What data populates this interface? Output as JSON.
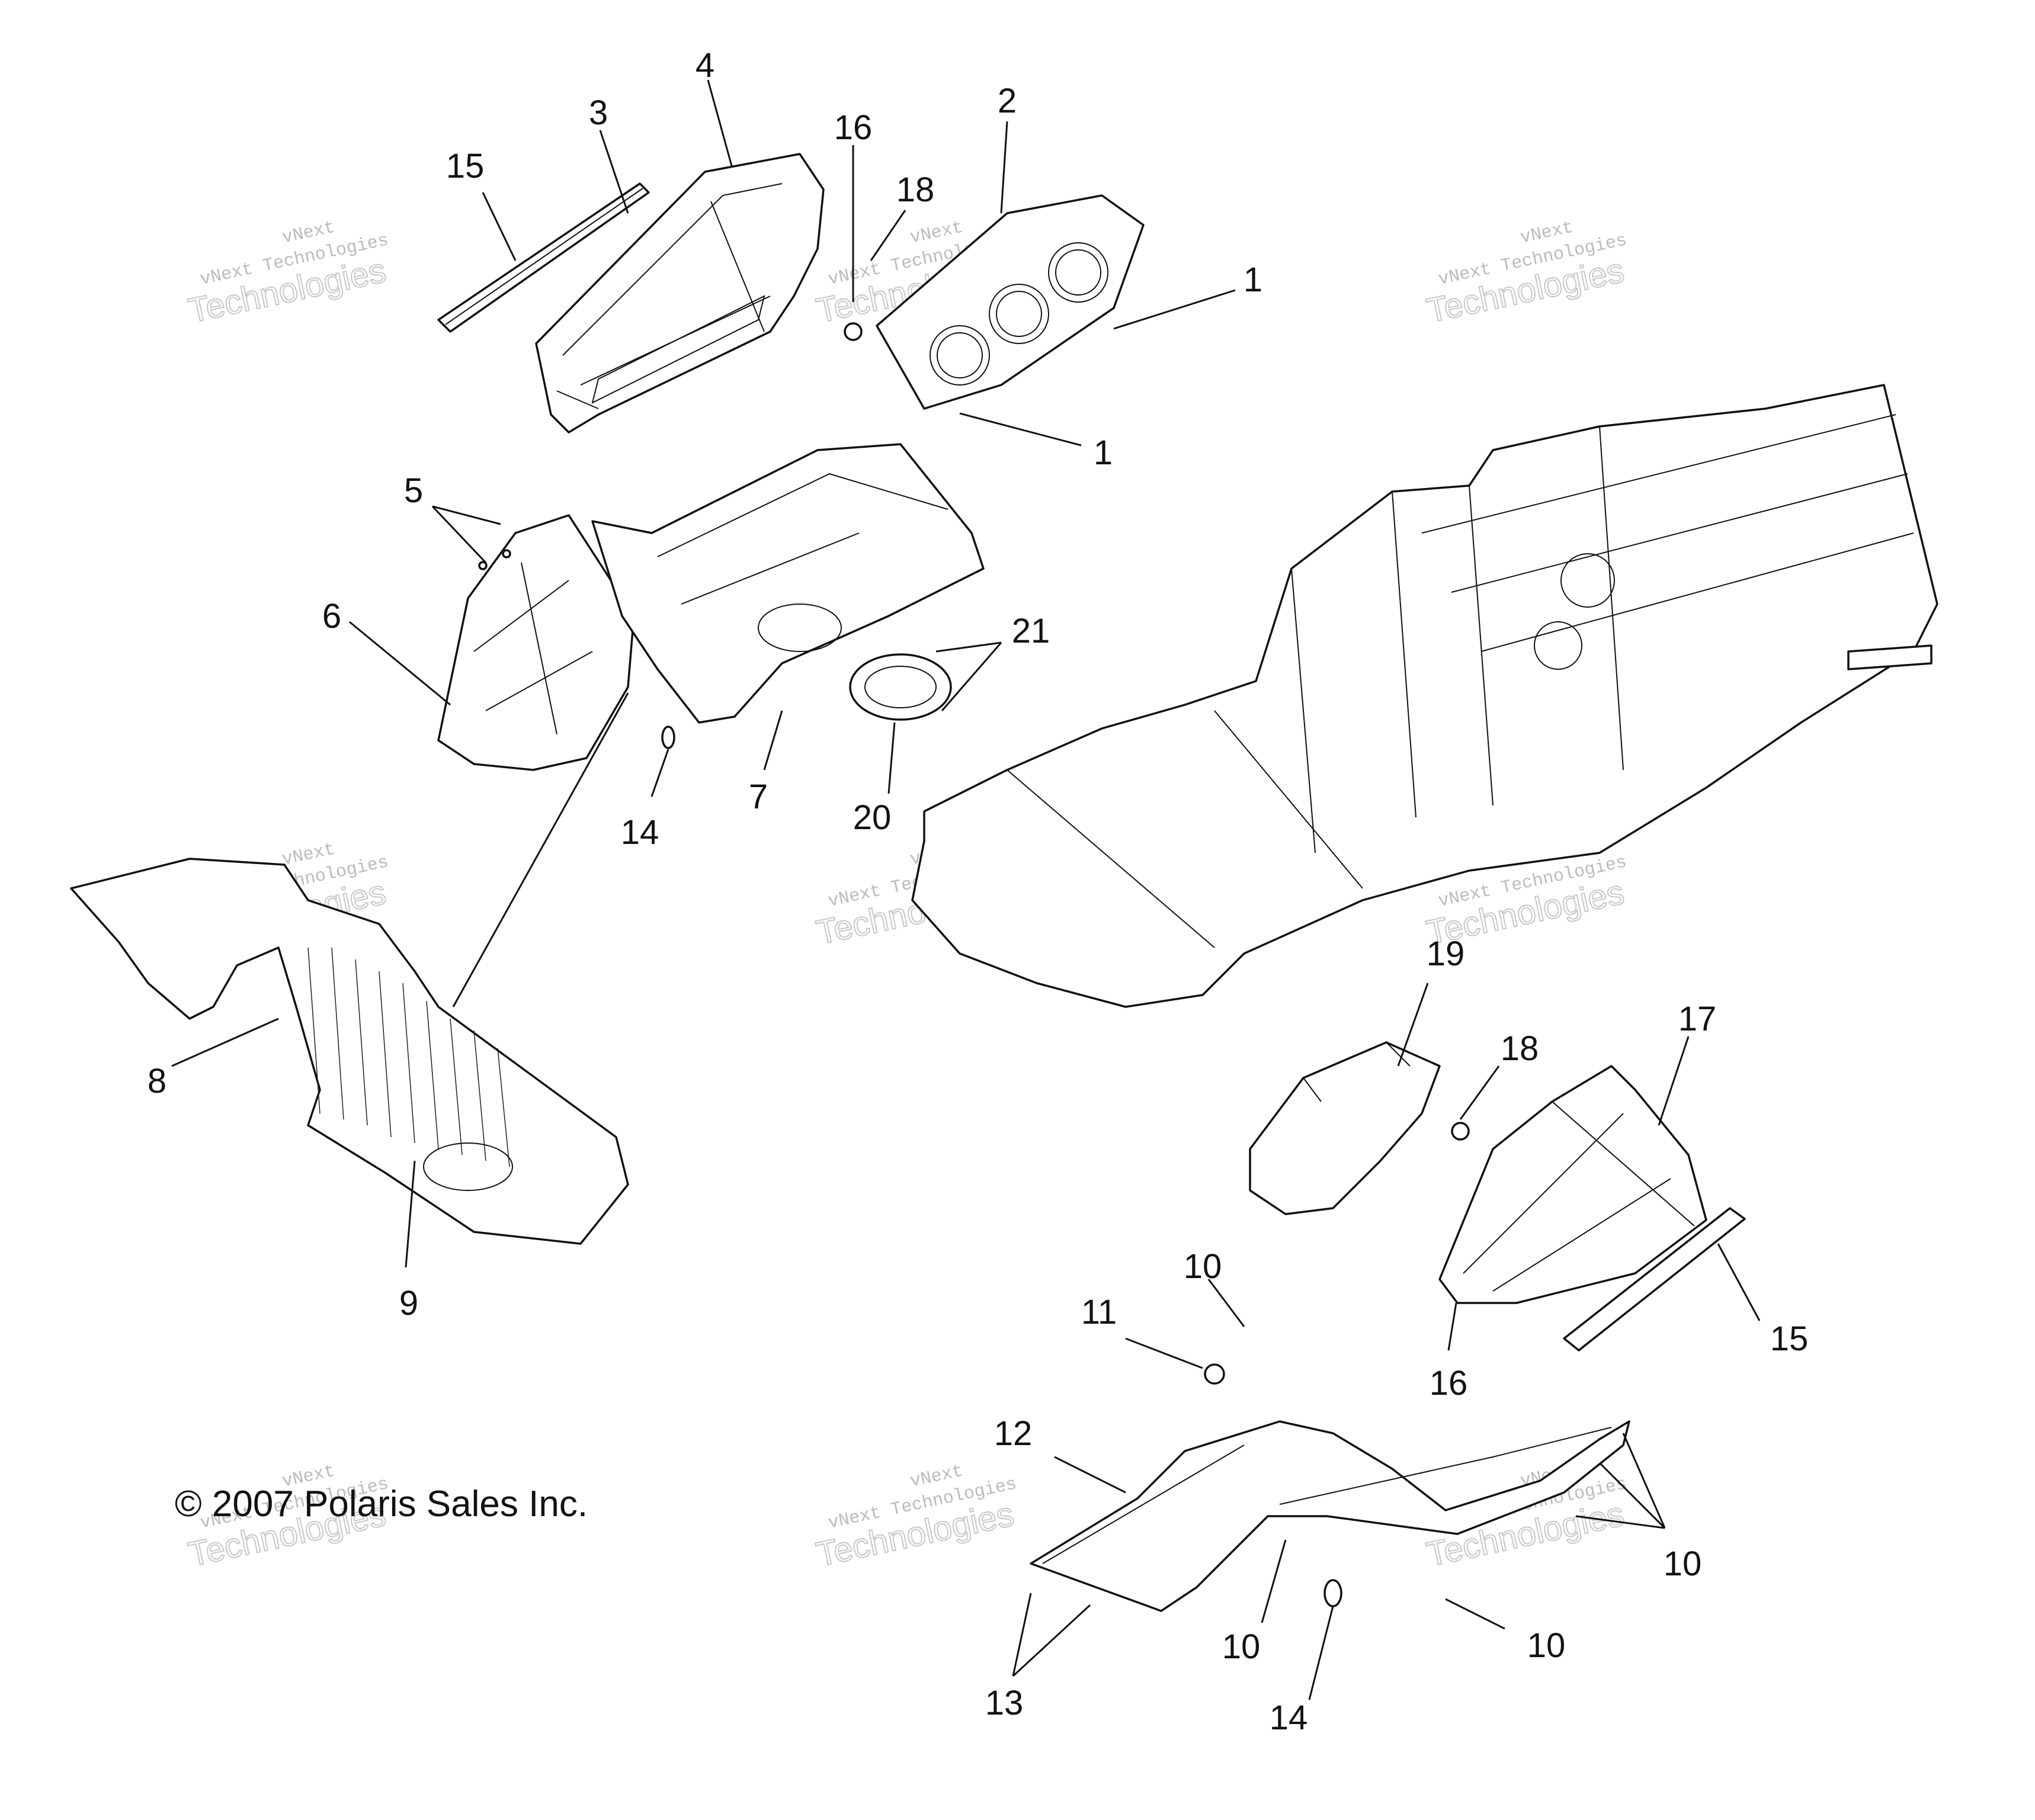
{
  "copyright": "© 2007 Polaris Sales Inc.",
  "watermark": {
    "line1": "vNext",
    "line2": "vNext Technologies",
    "line3": "Technologies"
  },
  "callouts": [
    {
      "id": "c1a",
      "label": "1"
    },
    {
      "id": "c1b",
      "label": "1"
    },
    {
      "id": "c2",
      "label": "2"
    },
    {
      "id": "c3",
      "label": "3"
    },
    {
      "id": "c4",
      "label": "4"
    },
    {
      "id": "c5",
      "label": "5"
    },
    {
      "id": "c6",
      "label": "6"
    },
    {
      "id": "c7",
      "label": "7"
    },
    {
      "id": "c8",
      "label": "8"
    },
    {
      "id": "c9",
      "label": "9"
    },
    {
      "id": "c10a",
      "label": "10"
    },
    {
      "id": "c10b",
      "label": "10"
    },
    {
      "id": "c10c",
      "label": "10"
    },
    {
      "id": "c10d",
      "label": "10"
    },
    {
      "id": "c11",
      "label": "11"
    },
    {
      "id": "c12",
      "label": "12"
    },
    {
      "id": "c13",
      "label": "13"
    },
    {
      "id": "c14a",
      "label": "14"
    },
    {
      "id": "c14b",
      "label": "14"
    },
    {
      "id": "c15a",
      "label": "15"
    },
    {
      "id": "c15b",
      "label": "15"
    },
    {
      "id": "c16a",
      "label": "16"
    },
    {
      "id": "c16b",
      "label": "16"
    },
    {
      "id": "c17",
      "label": "17"
    },
    {
      "id": "c18a",
      "label": "18"
    },
    {
      "id": "c18b",
      "label": "18"
    },
    {
      "id": "c19",
      "label": "19"
    },
    {
      "id": "c20",
      "label": "20"
    },
    {
      "id": "c21",
      "label": "21"
    }
  ]
}
